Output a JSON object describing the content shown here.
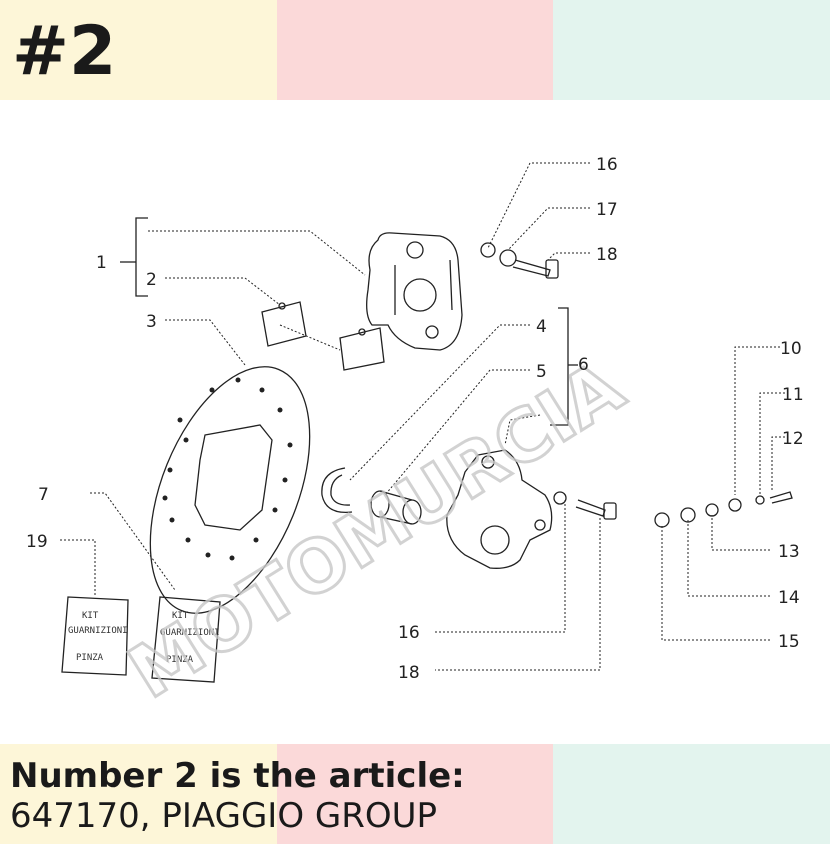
{
  "badge": "#2",
  "caption": {
    "title": "Number 2 is the article:",
    "subtitle": "647170, PIAGGIO GROUP"
  },
  "watermark": "MOTOMURCIA",
  "kit_labels": {
    "line1": "KIT",
    "line2": "GUARNIZIONI",
    "line3": "PINZA"
  },
  "callouts": [
    "1",
    "2",
    "3",
    "4",
    "5",
    "6",
    "7",
    "16",
    "17",
    "18",
    "10",
    "11",
    "12",
    "13",
    "14",
    "15",
    "16",
    "18",
    "19"
  ],
  "colors": {
    "yellow": "#fdf6d8",
    "pink": "#fbd9d9",
    "mint": "#e3f4ee",
    "ink": "#222222"
  }
}
